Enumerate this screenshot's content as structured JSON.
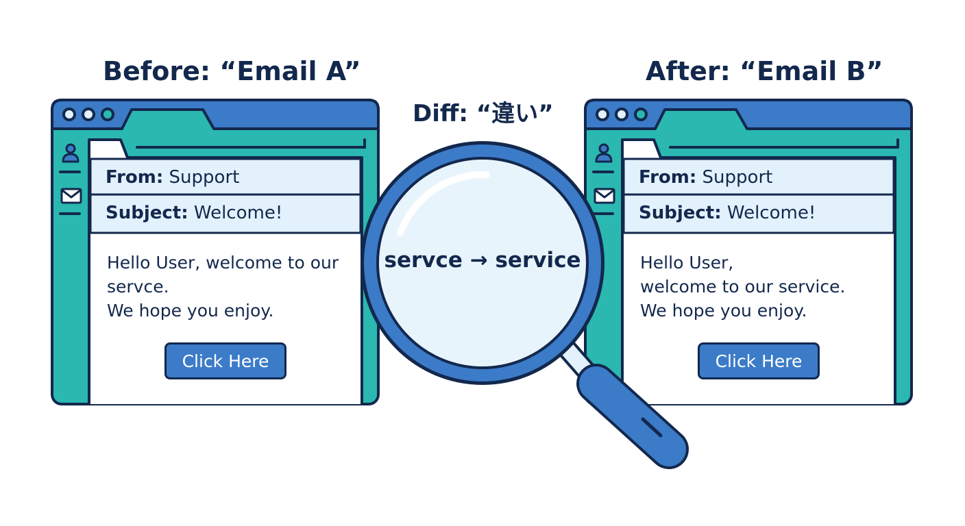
{
  "headings": {
    "before": "Before: “Email A”",
    "after": "After: “Email B”",
    "diff": "Diff: “違い”"
  },
  "colors": {
    "navy": "#13284d",
    "blue": "#3b7bc8",
    "teal": "#2ab8b0",
    "header_fill": "#e2f1fb",
    "lens_fill": "#e8f4fc"
  },
  "icons": {
    "sidebar": [
      "user-icon",
      "mail-icon"
    ],
    "window_controls": [
      "window-dot-icon",
      "window-dot-icon",
      "window-dot-icon"
    ],
    "tool": "magnifying-glass-icon"
  },
  "email_a": {
    "from_label": "From:",
    "from_value": "Support",
    "subject_label": "Subject:",
    "subject_value": "Welcome!",
    "body_lines": [
      "Hello User, welcome to our",
      "servce.",
      "We hope you enjoy."
    ],
    "button": "Click Here"
  },
  "email_b": {
    "from_label": "From:",
    "from_value": "Support",
    "subject_label": "Subject:",
    "subject_value": "Welcome!",
    "body_lines": [
      "Hello User,",
      "welcome to our service.",
      "We hope you enjoy."
    ],
    "button": "Click Here"
  },
  "diff": {
    "old": "servce",
    "new": "service",
    "arrow": "→"
  }
}
